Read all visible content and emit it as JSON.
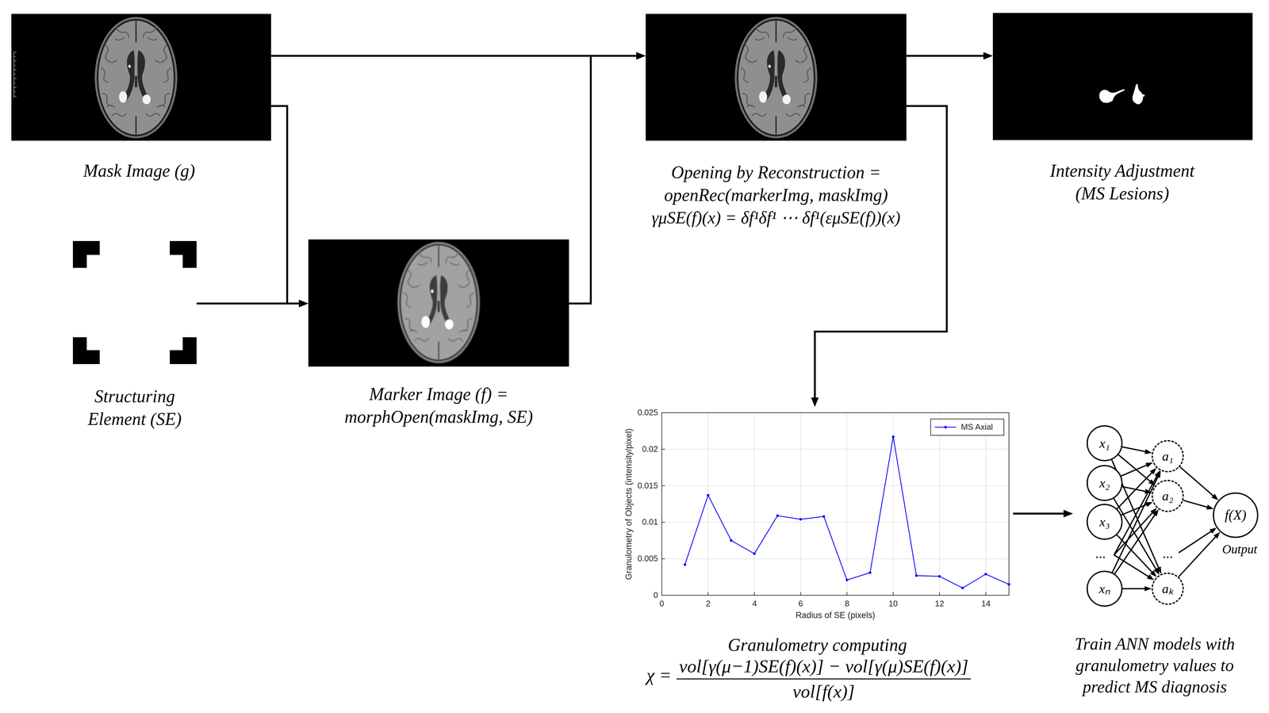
{
  "diagram": {
    "nodes": [
      {
        "text": [
          "Mask Image (g)"
        ]
      },
      {
        "text": [
          "Structuring Element (SE)"
        ]
      },
      {
        "text": [
          "Marker Image (f) = morphOpen(maskImg, SE)"
        ]
      },
      {
        "text": [
          "Opening by Reconstruction = openRec(markerImg, maskImg)",
          "γμSE(f)(x) = δf¹δf¹ ⋯ δf¹(εμSE(f))(x)"
        ]
      },
      {
        "text": [
          "Intensity Adjustment (MS Lesions)"
        ]
      },
      {
        "text": [
          "Granulometry computing",
          "χ =",
          "vol[γ(μ−1)SE(f)(x)] − vol[γ(μ)SE(f)(x)]",
          "vol[f(x)]"
        ]
      },
      {
        "text": [
          "Train ANN models with granulometry values to predict MS diagnosis"
        ]
      },
      {
        "text": [
          "x₁"
        ],
        "in": 6
      },
      {
        "text": [
          "x₂"
        ],
        "in": 6
      },
      {
        "text": [
          "x₃"
        ],
        "in": 6
      },
      {
        "text": [
          "xₙ"
        ],
        "in": 6
      },
      {
        "text": [
          "a₁"
        ],
        "in": 6
      },
      {
        "text": [
          "a₂"
        ],
        "in": 6
      },
      {
        "text": [
          "aₖ"
        ],
        "in": 6
      },
      {
        "text": [
          "f(X)"
        ],
        "in": 6
      }
    ],
    "edges": [
      {
        "from": 0,
        "to": 3,
        "arrow": "to"
      },
      {
        "from": 0,
        "to": 2,
        "arrow": "to"
      },
      {
        "from": 1,
        "to": 2,
        "arrow": "to"
      },
      {
        "from": 2,
        "to": 3,
        "arrow": "to"
      },
      {
        "from": 3,
        "to": 4,
        "arrow": "to"
      },
      {
        "from": 3,
        "to": 5,
        "arrow": "to"
      },
      {
        "from": 5,
        "to": 6,
        "arrow": "to"
      },
      {
        "from": 7,
        "to": 11,
        "arrow": "to"
      },
      {
        "from": 7,
        "to": 12,
        "arrow": "to"
      },
      {
        "from": 7,
        "to": 13,
        "arrow": "to"
      },
      {
        "from": 8,
        "to": 11,
        "arrow": "to"
      },
      {
        "from": 8,
        "to": 12,
        "arrow": "to"
      },
      {
        "from": 8,
        "to": 13,
        "arrow": "to"
      },
      {
        "from": 9,
        "to": 11,
        "arrow": "to"
      },
      {
        "from": 9,
        "to": 12,
        "arrow": "to"
      },
      {
        "from": 9,
        "to": 13,
        "arrow": "to"
      },
      {
        "from": 10,
        "to": 11,
        "arrow": "to"
      },
      {
        "from": 10,
        "to": 12,
        "arrow": "to"
      },
      {
        "from": 10,
        "to": 13,
        "arrow": "to"
      },
      {
        "from": 11,
        "to": 14,
        "arrow": "to"
      },
      {
        "from": 12,
        "to": 14,
        "arrow": "to"
      },
      {
        "from": 13,
        "to": 14,
        "arrow": "to"
      }
    ],
    "labels": [
      "0",
      "0.005",
      "0.01",
      "0.015",
      "0.02",
      "0.025",
      "0",
      "2",
      "4",
      "6",
      "8",
      "10",
      "12",
      "14",
      "Granulometry of Objects (intensity/pixel)",
      "Radius of SE (pixels)",
      "...",
      "...",
      "Output"
    ],
    "legend": [
      {
        "text": "MS Axial"
      }
    ]
  }
}
